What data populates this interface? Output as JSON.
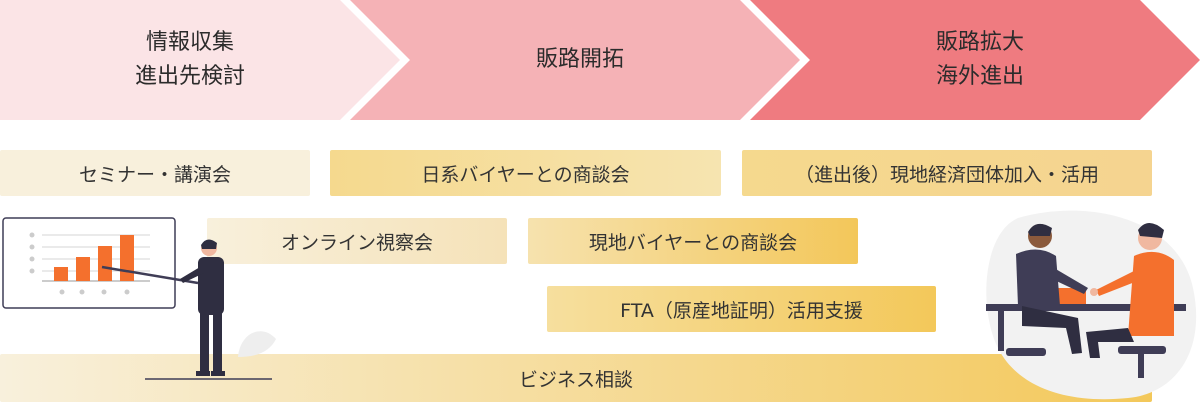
{
  "stages": [
    {
      "label": "情報収集\n進出先検討",
      "color": "#fbe4e6"
    },
    {
      "label": "販路開拓",
      "color": "#f5b2b6"
    },
    {
      "label": "販路拡大\n海外進出",
      "color": "#ef7b80"
    }
  ],
  "services": {
    "seminar": "セミナー・講演会",
    "japan_buyer": "日系バイヤーとの商談会",
    "post_entry": "（進出後）現地経済団体加入・活用",
    "online_visit": "オンライン視察会",
    "local_buyer": "現地バイヤーとの商談会",
    "fta": "FTA（原産地証明）活用支援",
    "consultation": "ビジネス相談"
  },
  "colors": {
    "bar_light": "#f8f0dc",
    "bar_dark": "#f3c95a",
    "accent": "#f4702d"
  },
  "icons": {
    "presenter": "presenter-illustration",
    "handshake": "handshake-illustration"
  }
}
